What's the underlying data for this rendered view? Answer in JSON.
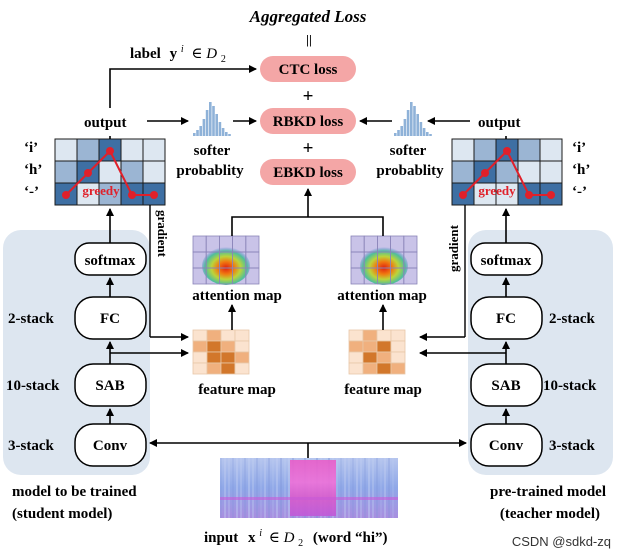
{
  "title": "Aggregated Loss",
  "equals_sign": "||",
  "label_text": "label",
  "label_var": "y",
  "label_sup": "i",
  "label_set": "∈ D",
  "label_sub": "2",
  "losses": {
    "ctc": "CTC loss",
    "rbkd": "RBKD loss",
    "ebkd": "EBKD loss",
    "plus": "+"
  },
  "output_label": "output",
  "softer_probability": [
    "softer",
    "probablity"
  ],
  "greedy_label": "greedy",
  "row_labels": [
    "‘i’",
    "‘h’",
    "‘-’"
  ],
  "gradient_label": "gradient",
  "attention_map_label": "attention map",
  "feature_map_label": "feature map",
  "blocks": {
    "softmax": "softmax",
    "fc": "FC",
    "sab": "SAB",
    "conv": "Conv"
  },
  "stack_labels": {
    "fc": "2-stack",
    "sab": "10-stack",
    "conv": "3-stack"
  },
  "student_caption": [
    "model to be trained",
    "(student model)"
  ],
  "teacher_caption": [
    "pre-trained model",
    "(teacher model)"
  ],
  "input_caption": {
    "prefix": "input",
    "var": "x",
    "sup": "i",
    "set": "∈ D",
    "sub": "2",
    "word": "(word “hi”)"
  },
  "watermark": "CSDN @sdkd-zq",
  "colors": {
    "loss_pill": "#f4a6a6",
    "panel_bg": "#dde6f0",
    "grid_dark": "#3e6fa3",
    "grid_mid": "#9bb5d3",
    "grid_light": "#dde7f1",
    "greedy_red": "#e0202a",
    "feature_dark": "#d2772b",
    "feature_mid": "#f0b07e",
    "feature_light": "#fbe3cf",
    "attention_grid": "#c9c3e8"
  },
  "icons": [
    "bell-histogram-icon",
    "spectrogram-icon",
    "heatmap-icon"
  ]
}
